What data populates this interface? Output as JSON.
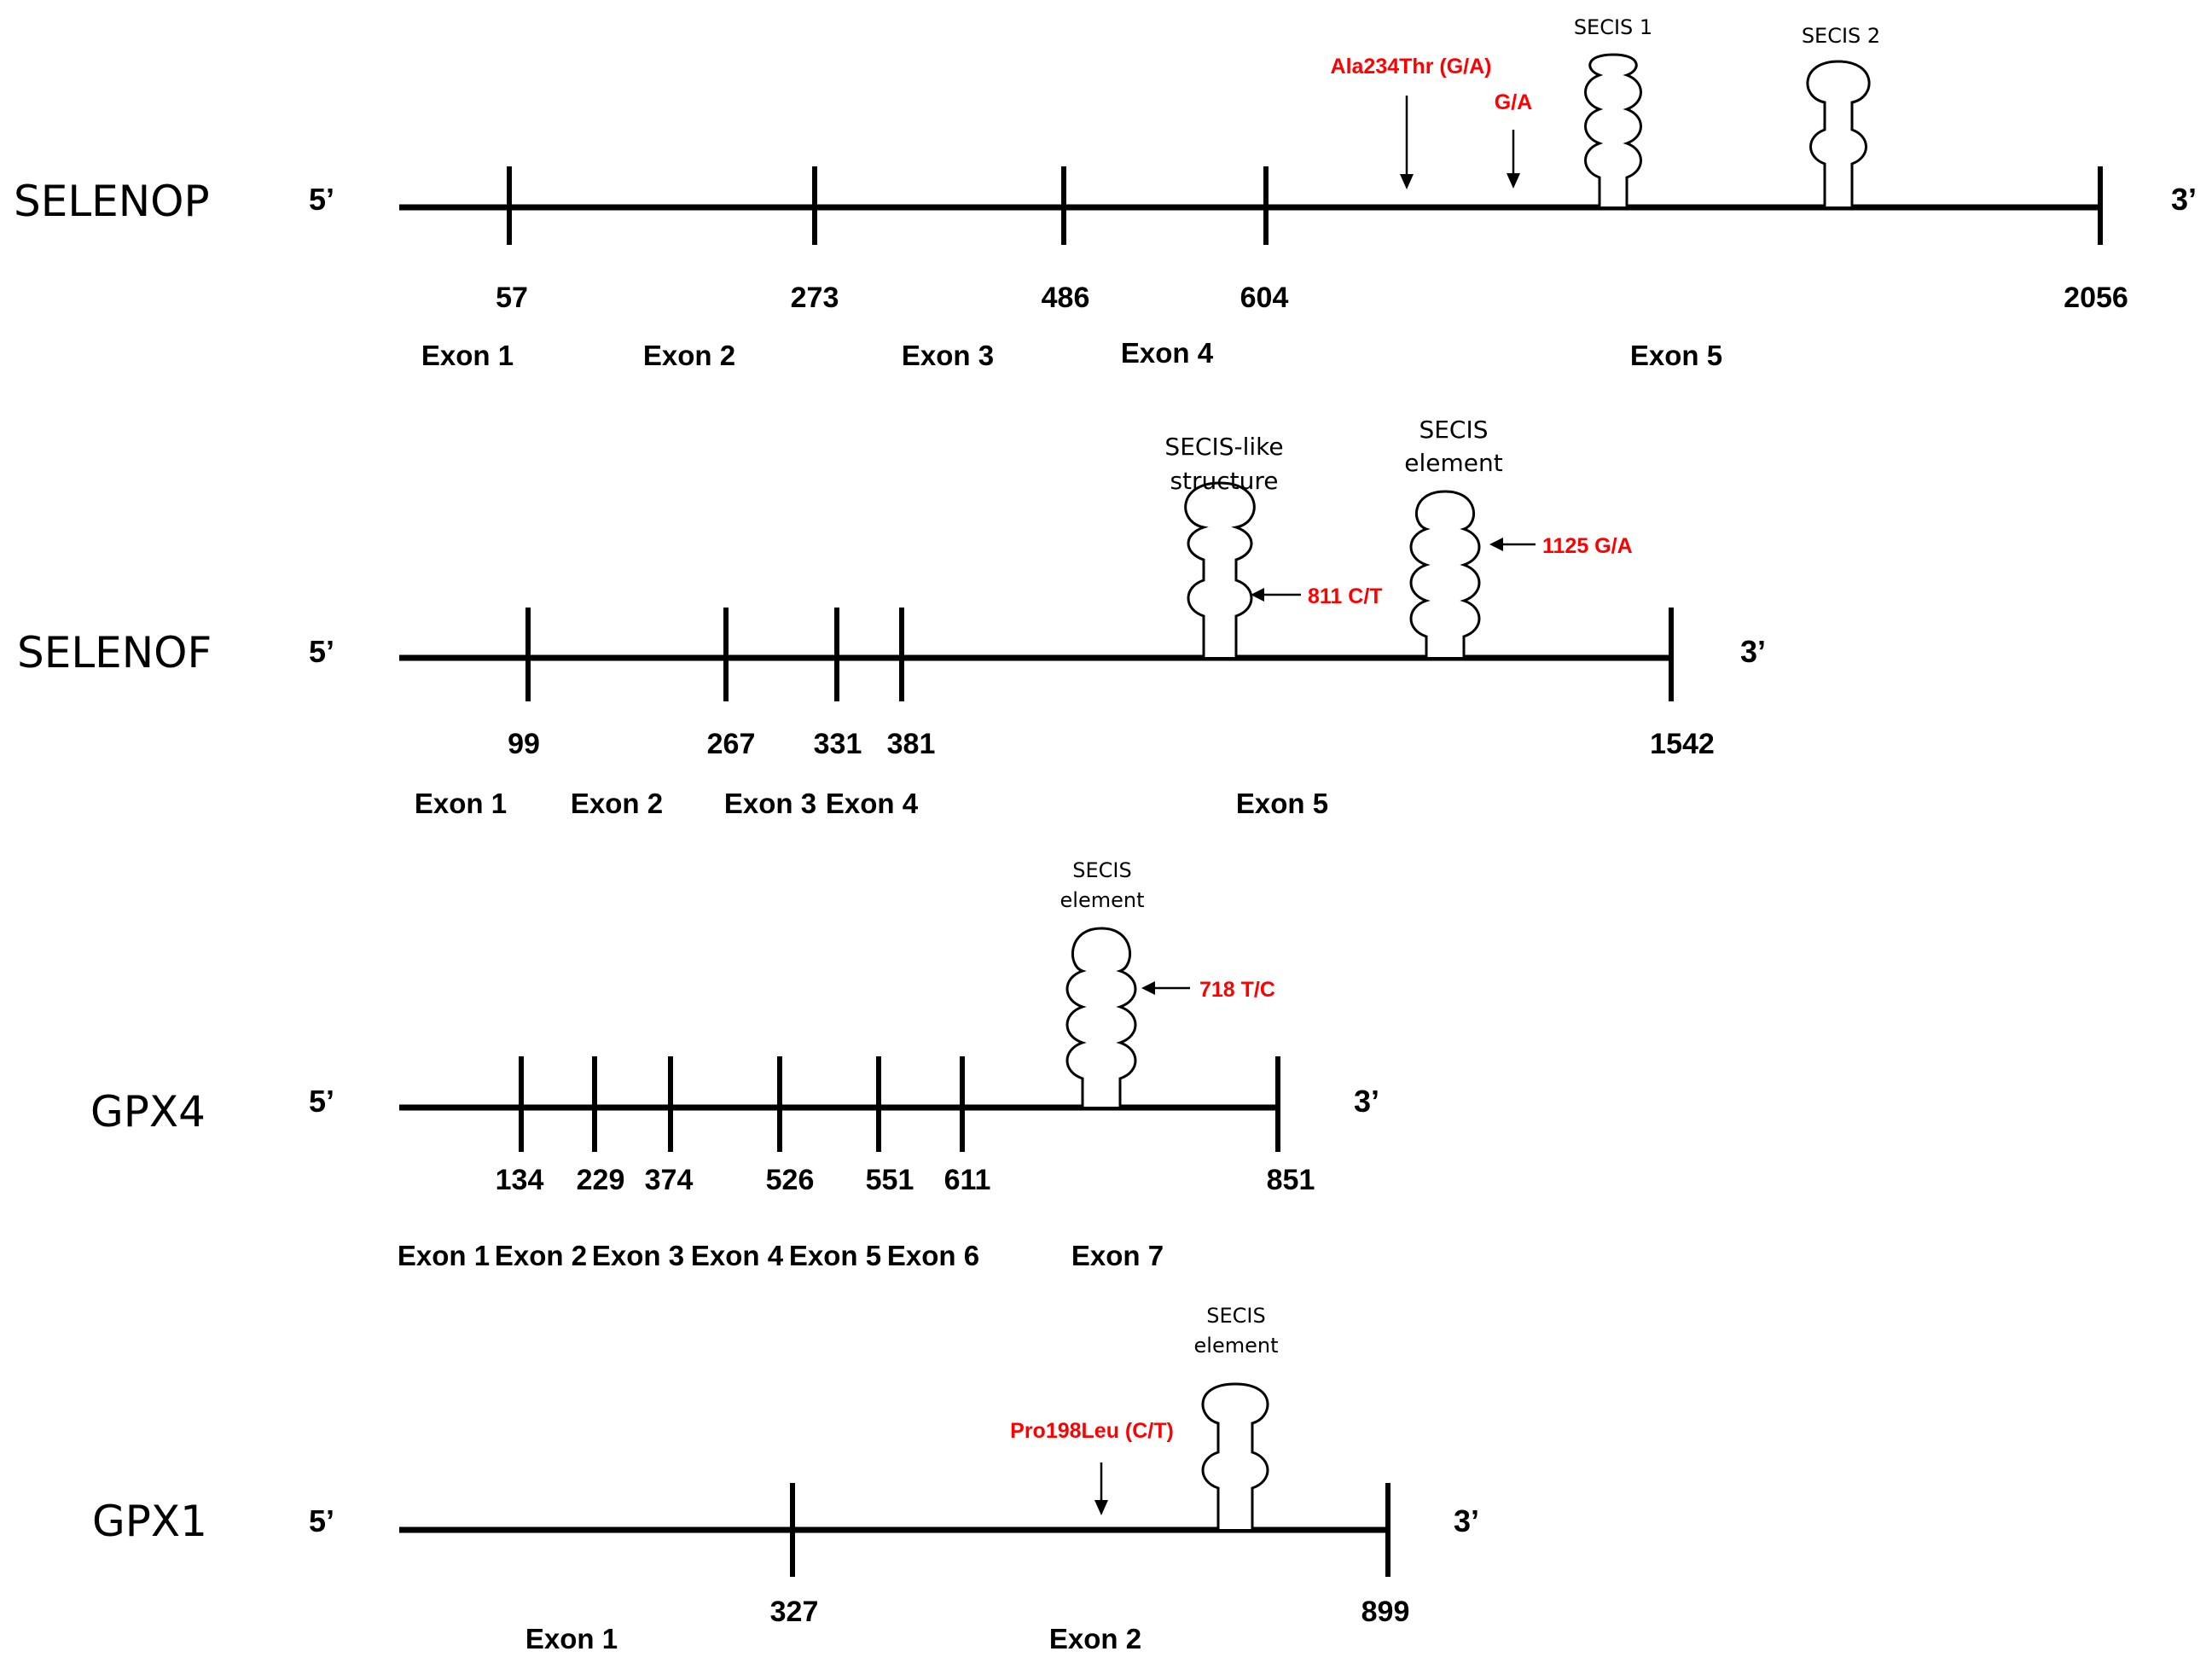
{
  "colors": {
    "line": "#000000",
    "variant": "#ff0000",
    "background": "#ffffff"
  },
  "genes": [
    {
      "name": "SELENOP",
      "five_prime": "5’",
      "three_prime": "3’",
      "positions": [
        "57",
        "273",
        "486",
        "604",
        "2056"
      ],
      "exons": [
        "Exon 1",
        "Exon 2",
        "Exon 3",
        "Exon 4",
        "Exon 5"
      ],
      "structures": [
        "SECIS 1",
        "SECIS 2"
      ],
      "variants": [
        "Ala234Thr (G/A)",
        "G/A"
      ]
    },
    {
      "name": "SELENOF",
      "five_prime": "5’",
      "three_prime": "3’",
      "positions": [
        "99",
        "267",
        "331",
        "381",
        "1542"
      ],
      "exons": [
        "Exon 1",
        "Exon 2",
        "Exon 3",
        "Exon 4",
        "Exon 5"
      ],
      "structures": [
        [
          "SECIS-like",
          "structure"
        ],
        [
          "SECIS",
          "element"
        ]
      ],
      "variants": [
        "811 C/T",
        "1125 G/A"
      ]
    },
    {
      "name": "GPX4",
      "five_prime": "5’",
      "three_prime": "3’",
      "positions": [
        "134",
        "229",
        "374",
        "526",
        "551",
        "611",
        "851"
      ],
      "exons": [
        "Exon 1",
        "Exon 2",
        "Exon 3",
        "Exon 4",
        "Exon 5",
        "Exon 6",
        "Exon 7"
      ],
      "structures": [
        [
          "SECIS",
          "element"
        ]
      ],
      "variants": [
        "718 T/C"
      ]
    },
    {
      "name": "GPX1",
      "five_prime": "5’",
      "three_prime": "3’",
      "positions": [
        "327",
        "899"
      ],
      "exons": [
        "Exon 1",
        "Exon 2"
      ],
      "structures": [
        [
          "SECIS",
          "element"
        ]
      ],
      "variants": [
        "Pro198Leu (C/T)"
      ]
    }
  ]
}
